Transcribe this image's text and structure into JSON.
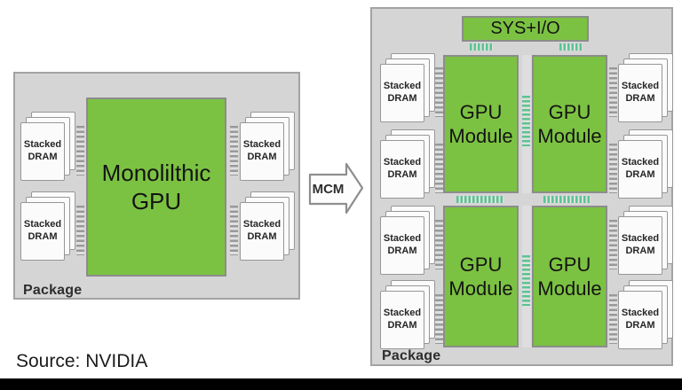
{
  "labels": {
    "stacked_dram_line1": "Stacked",
    "stacked_dram_line2": "DRAM"
  },
  "left_package": {
    "label": "Package",
    "gpu_line1": "Monolilthic",
    "gpu_line2": "GPU"
  },
  "arrow": {
    "label": "MCM"
  },
  "right_package": {
    "label": "Package",
    "sys_io": "SYS+I/O",
    "gpu_module_line1": "GPU",
    "gpu_module_line2": "Module"
  },
  "source": "Source: NVIDIA",
  "colors": {
    "box_green": "#7cc242",
    "teal_connector": "#5bc392",
    "gray_connector": "#999999",
    "package_fill": "#d5d5d5",
    "package_border": "#a3a3a3",
    "bottom_bar": "#000000"
  }
}
